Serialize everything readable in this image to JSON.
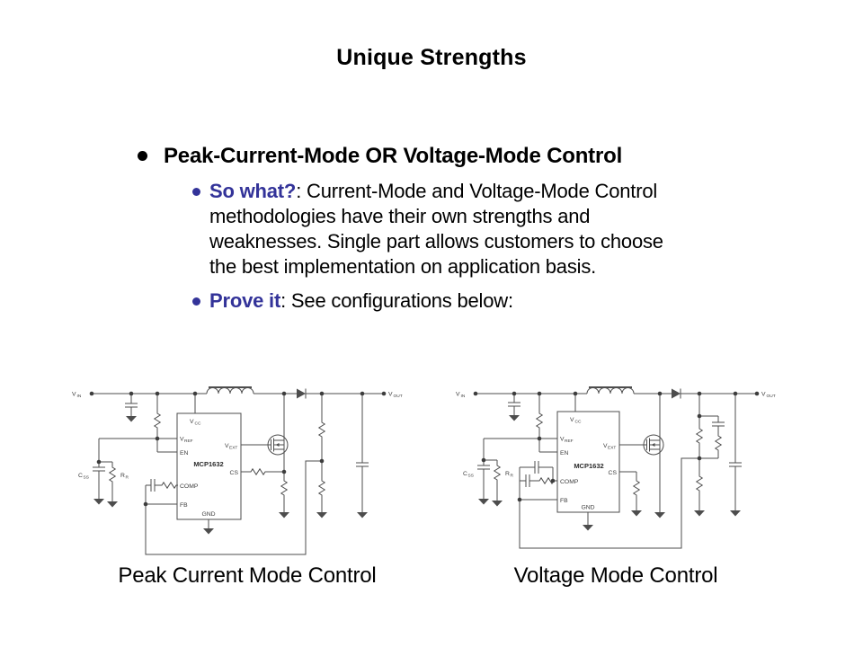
{
  "slide": {
    "title": "Unique Strengths",
    "bullets": {
      "main": "Peak-Current-Mode OR Voltage-Mode Control",
      "so_what_lead": "So what?",
      "so_what_line1_rest": ": Current-Mode and Voltage-Mode Control",
      "so_what_line2": "methodologies have their own strengths and",
      "so_what_line3": "weaknesses. Single part allows customers to choose",
      "so_what_line4": "the best implementation on application basis.",
      "prove_lead": "Prove it",
      "prove_rest": ": See configurations below:"
    },
    "captions": {
      "left": "Peak Current Mode Control",
      "right": "Voltage Mode Control"
    },
    "colors": {
      "accent_blue": "#333399",
      "body_text": "#000000",
      "schematic_line": "#4d4d4d"
    }
  },
  "schematic_labels": {
    "v": "V",
    "in": "IN",
    "out": "OUT",
    "cc": "CC",
    "ref": "REF",
    "ext": "EXT",
    "en": "EN",
    "comp": "COMP",
    "fb": "FB",
    "gnd": "GND",
    "cs": "CS",
    "part": "MCP1632",
    "c": "C",
    "ss": "SS",
    "r": "R"
  }
}
